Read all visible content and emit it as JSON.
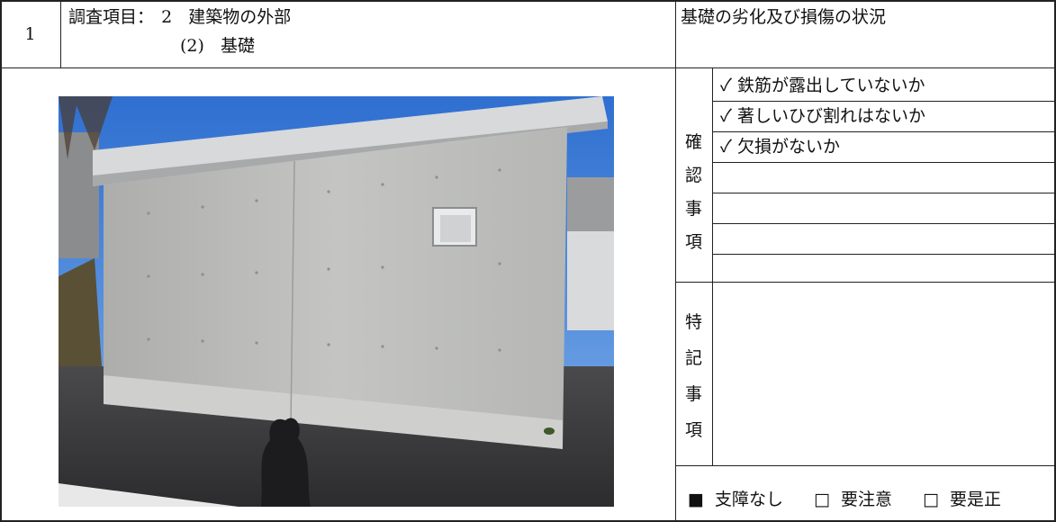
{
  "item_number": "1",
  "survey": {
    "label": "調査項目：",
    "category_number": "2",
    "category_name": "建築物の外部",
    "sub_number": "(2)",
    "sub_name": "基礎"
  },
  "section_title": "基礎の劣化及び損傷の状況",
  "check_section": {
    "label_chars": [
      "確",
      "認",
      "事",
      "項"
    ],
    "items": [
      "✓ 鉄筋が露出していないか",
      "✓ 著しいひび割れはないか",
      "✓ 欠損がないか",
      "",
      "",
      "",
      ""
    ]
  },
  "notes_section": {
    "label_chars": [
      "特",
      "記",
      "事",
      "項"
    ],
    "content": ""
  },
  "status_options": [
    {
      "mark": "■",
      "label": "支障なし"
    },
    {
      "mark": "□",
      "label": "要注意"
    },
    {
      "mark": "□",
      "label": "要是正"
    }
  ],
  "photo": {
    "subject": "concrete foundation wall",
    "colors": {
      "sky": "#3f7fd8",
      "wall": "#bcbdbb",
      "asphalt": "#3a3a3c"
    }
  }
}
